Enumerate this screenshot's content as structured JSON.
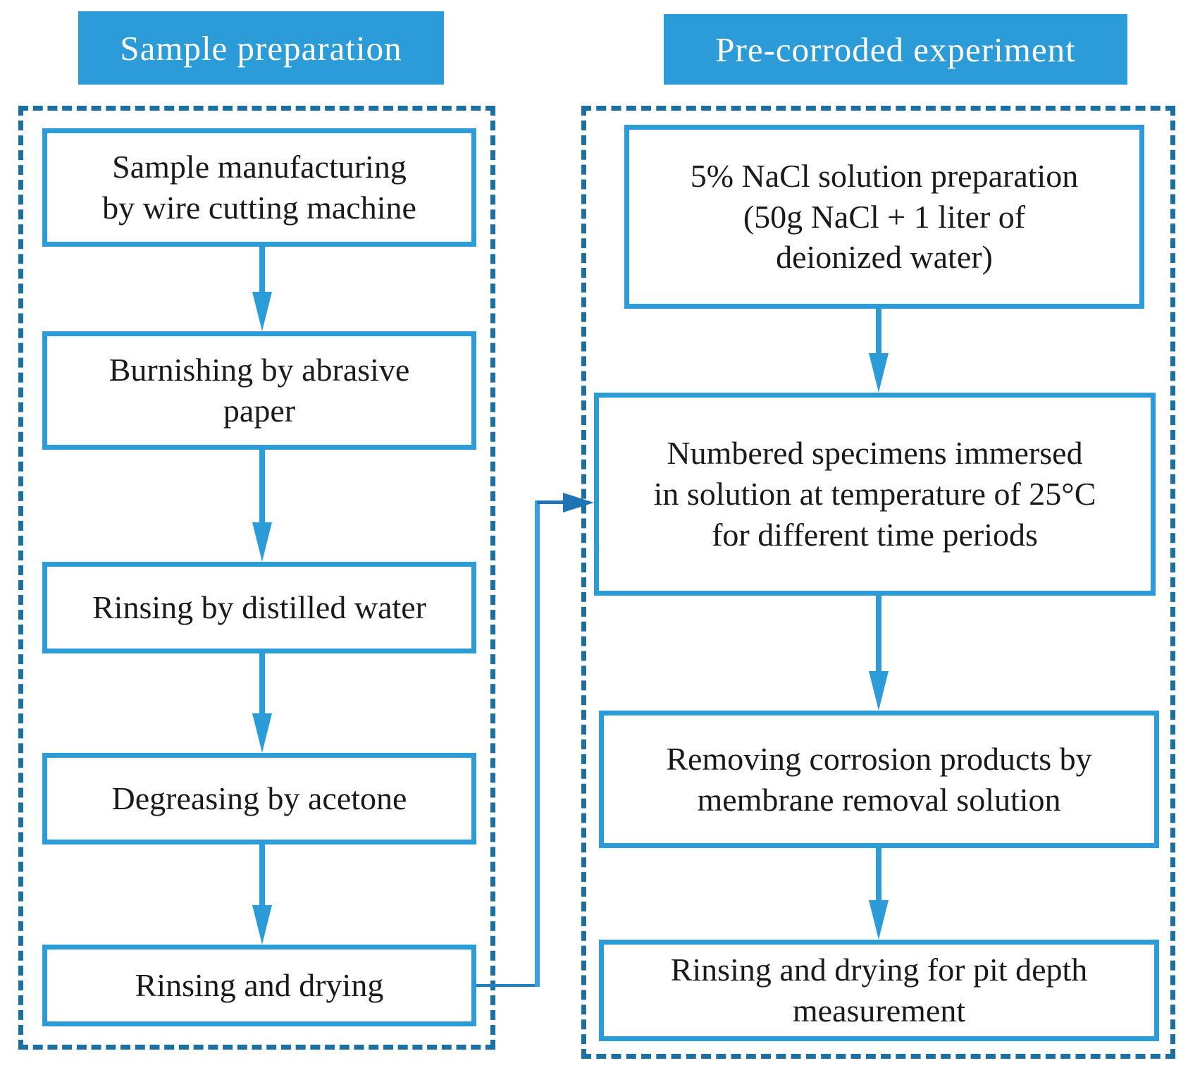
{
  "diagram": {
    "colors": {
      "header_bg": "#2b9cd8",
      "header_text": "#ffffff",
      "box_border": "#2b9cd8",
      "dashed_container_border": "#1b6fa1",
      "arrow": "#2b9cd8",
      "connector": "#1e74b6",
      "box_text": "#1a1a1a"
    },
    "left": {
      "header": "Sample preparation",
      "boxes": [
        {
          "text": "Sample manufacturing\nby wire cutting machine"
        },
        {
          "text": "Burnishing by abrasive\npaper"
        },
        {
          "text": "Rinsing by distilled water"
        },
        {
          "text": "Degreasing by acetone"
        },
        {
          "text": "Rinsing and drying"
        }
      ]
    },
    "right": {
      "header": "Pre-corroded experiment",
      "boxes": [
        {
          "text": "5% NaCl solution preparation\n(50g NaCl + 1 liter of\ndeionized water)"
        },
        {
          "text": "Numbered specimens immersed\nin solution at temperature of 25°C\nfor different time periods"
        },
        {
          "text": "Removing corrosion products by\nmembrane removal solution"
        },
        {
          "text": "Rinsing and drying for pit depth\nmeasurement"
        }
      ]
    }
  }
}
